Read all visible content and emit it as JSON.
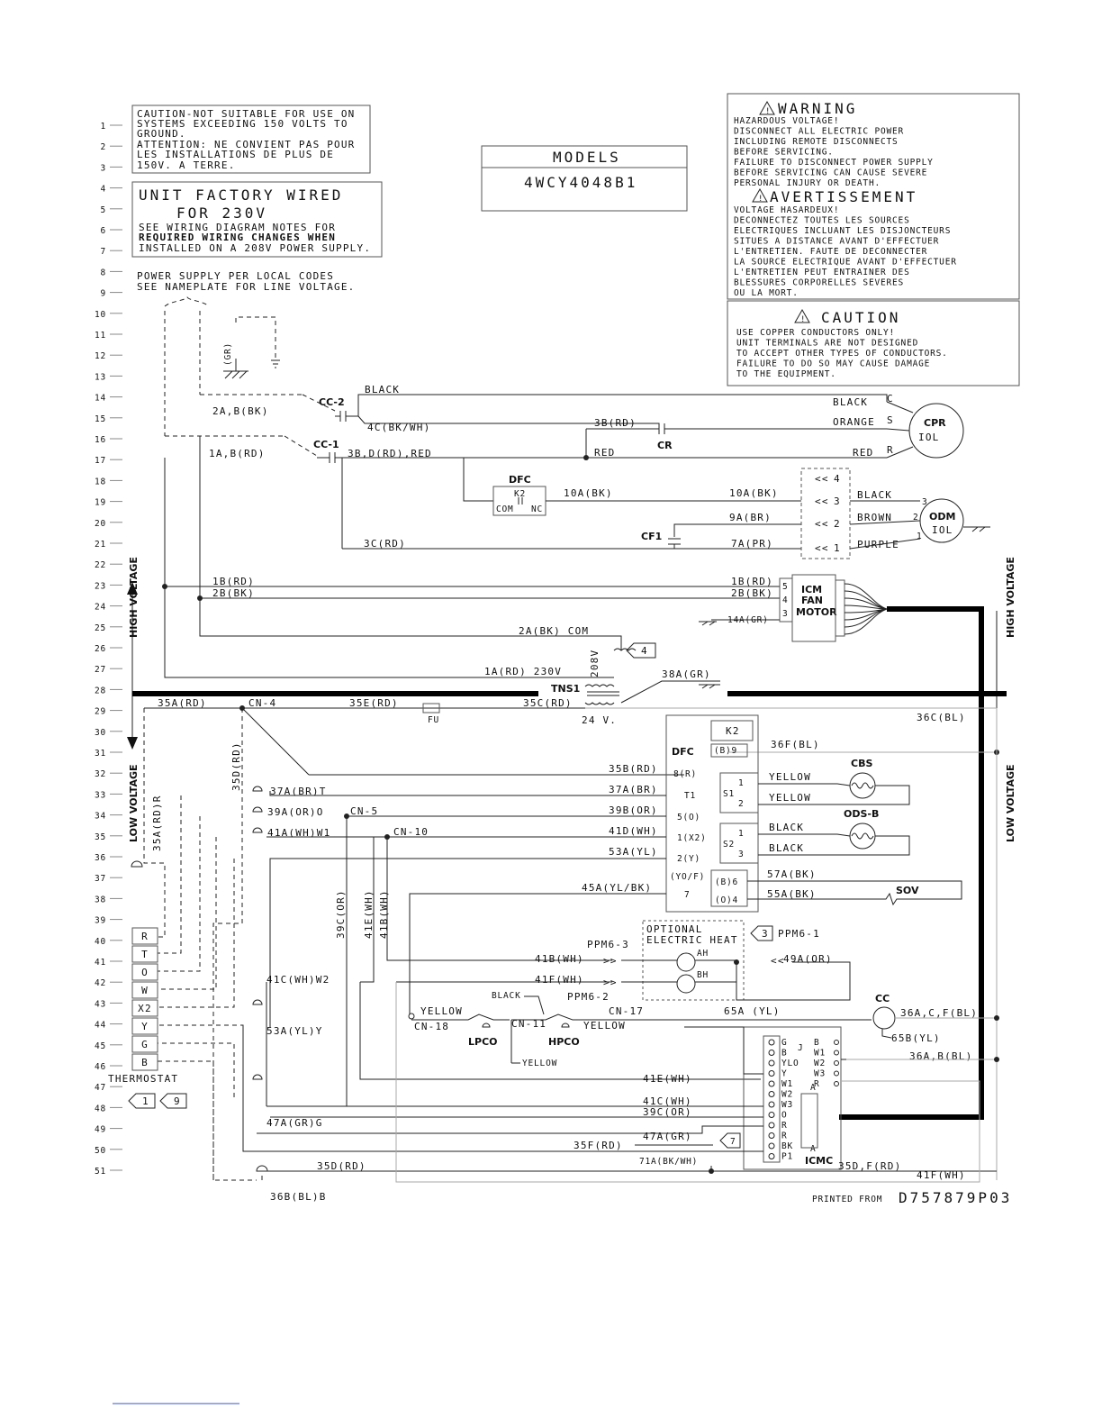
{
  "row_numbers": [
    "1",
    "2",
    "3",
    "4",
    "5",
    "6",
    "7",
    "8",
    "9",
    "10",
    "11",
    "12",
    "13",
    "14",
    "15",
    "16",
    "17",
    "18",
    "19",
    "20",
    "21",
    "22",
    "23",
    "24",
    "25",
    "26",
    "27",
    "28",
    "29",
    "30",
    "31",
    "32",
    "33",
    "34",
    "35",
    "36",
    "37",
    "38",
    "39",
    "40",
    "41",
    "42",
    "43",
    "44",
    "45",
    "46",
    "47",
    "48",
    "49",
    "50",
    "51"
  ],
  "caution_notice": {
    "lines": [
      "CAUTION-NOT SUITABLE FOR USE ON",
      "SYSTEMS EXCEEDING 150 VOLTS TO",
      "GROUND.",
      "ATTENTION: NE CONVIENT PAS POUR",
      "LES INSTALLATIONS DE PLUS DE",
      "150V. A TERRE."
    ]
  },
  "factory_wired": {
    "title1": "UNIT FACTORY WIRED",
    "title2": "FOR 230V",
    "lines": [
      "SEE WIRING DIAGRAM NOTES FOR",
      "REQUIRED WIRING CHANGES WHEN",
      "INSTALLED ON A 208V POWER SUPPLY."
    ]
  },
  "power_supply_note": [
    "POWER SUPPLY PER LOCAL CODES",
    "SEE NAMEPLATE FOR LINE VOLTAGE."
  ],
  "models": {
    "header": "MODELS",
    "value": "4WCY4048B1"
  },
  "warning": {
    "title": "WARNING",
    "lines": [
      "HAZARDOUS VOLTAGE!",
      "DISCONNECT ALL ELECTRIC POWER",
      "INCLUDING REMOTE DISCONNECTS",
      "BEFORE SERVICING.",
      "FAILURE TO DISCONNECT POWER SUPPLY",
      "BEFORE SERVICING CAN CAUSE SEVERE",
      "PERSONAL INJURY OR DEATH."
    ],
    "title_fr": "AVERTISSEMENT",
    "lines_fr": [
      "VOLTAGE HASARDEUX!",
      "DECONNECTEZ TOUTES LES SOURCES",
      "ELECTRIQUES INCLUANT LES DISJONCTEURS",
      "SITUES A DISTANCE AVANT D'EFFECTUER",
      "L'ENTRETIEN. FAUTE DE DECONNECTER",
      "LA SOURCE ELECTRIQUE AVANT D'EFFECTUER",
      "L'ENTRETIEN PEUT ENTRAINER DES",
      "BLESSURES CORPORELLES SEVERES",
      "OU LA MORT."
    ]
  },
  "caution": {
    "title": "CAUTION",
    "lines": [
      "USE COPPER CONDUCTORS ONLY!",
      "UNIT TERMINALS ARE NOT DESIGNED",
      "TO ACCEPT OTHER TYPES OF CONDUCTORS.",
      "FAILURE TO DO SO MAY CAUSE DAMAGE",
      "TO THE EQUIPMENT."
    ]
  },
  "side_labels": {
    "high_voltage": "HIGH VOLTAGE",
    "low_voltage": "LOW VOLTAGE"
  },
  "components": {
    "cc2": "CC-2",
    "cc1": "CC-1",
    "cr": "CR",
    "cpr": "CPR",
    "cpr_iol": "IOL",
    "dfc": "DFC",
    "k2": "K2",
    "com": "COM",
    "nc": "NC",
    "cf1": "CF1",
    "odm": "ODM",
    "odm_iol": "IOL",
    "icm1": "ICM",
    "icm2": "FAN",
    "icm3": "MOTOR",
    "tns1": "TNS1",
    "fu": "FU",
    "cbs": "CBS",
    "odsb": "ODS-B",
    "sov": "SOV",
    "ah": "AH",
    "bh": "BH",
    "cc": "CC",
    "lpco": "LPCO",
    "hpco": "HPCO",
    "icmc": "ICMC",
    "optional_heat1": "OPTIONAL",
    "optional_heat2": "ELECTRIC HEAT",
    "thermostat": "THERMOSTAT",
    "k2_box": "K2"
  },
  "wire_labels": {
    "black_top": "BLACK",
    "w2abbk": "2A,B(BK)",
    "w4c": "4C(BK/WH)",
    "w3brd": "3B(RD)",
    "w1abrd": "1A,B(RD)",
    "w3bd": "3B,D(RD),RED",
    "red_cr": "RED",
    "cpr_black": "BLACK",
    "cpr_orange": "ORANGE",
    "cpr_red": "RED",
    "cpr_c": "C",
    "cpr_s": "S",
    "cpr_r": "R",
    "w10abk_l": "10A(BK)",
    "w10abk_r": "10A(BK)",
    "w9abr": "9A(BR)",
    "w3crd": "3C(RD)",
    "w7apr": "7A(PR)",
    "odm_black": "BLACK",
    "odm_brown": "BROWN",
    "odm_purple": "PURPLE",
    "w1brd_l": "1B(RD)",
    "w2bbk_l": "2B(BK)",
    "w1brd_r": "1B(RD)",
    "w2bbk_r": "2B(BK)",
    "w14agr": "14A(GR)",
    "w2abk_com": "2A(BK)  COM",
    "w208v": "208V",
    "w1ard230": "1A(RD) 230V",
    "w38agr": "38A(GR)",
    "w35ard": "35A(RD)",
    "cn4": "CN-4",
    "w35erd": "35E(RD)",
    "w35crd": "35C(RD)",
    "w24v": "24 V.",
    "w36cbl": "36C(BL)",
    "w36fbl": "36F(BL)",
    "w35drd_v": "35D(RD)",
    "w35brd": "35B(RD)",
    "w37abr_r": "37A(BR)",
    "w37abr_l": "37A(BR)T",
    "w39aor": "39A(OR)O",
    "cn5": "CN-5",
    "w39bor": "39B(OR)",
    "w41awh": "41A(WH)W1",
    "cn10": "CN-10",
    "w41dwh": "41D(WH)",
    "w53ayl": "53A(YL)",
    "w45a": "45A(YL/BK)",
    "w57abk": "57A(BK)",
    "w55abk": "55A(BK)",
    "yellow1": "YELLOW",
    "yellow2": "YELLOW",
    "black1": "BLACK",
    "black2": "BLACK",
    "w35ardr": "35A(RD)R",
    "w39cor": "39C(OR)",
    "w41ewh": "41E(WH)",
    "w41bwh_v": "41B(WH)",
    "ppm63": "PPM6-3",
    "ppm61": "PPM6-1",
    "ppm62": "PPM6-2",
    "w41bwh": "41B(WH)",
    "w41fwh": "41F(WH)",
    "w49aor": "49A(OR)",
    "w41cwh": "41C(WH)W2",
    "black_sw": "BLACK",
    "yellow_cn18": "YELLOW",
    "cn18": "CN-18",
    "cn11": "CN-11",
    "yellow_hp": "YELLOW",
    "cn17": "CN-17",
    "w65ayl": "65A (YL)",
    "w36acf": "36A,C,F(BL)",
    "w65byl": "65B(YL)",
    "w53ay": "53A(YL)Y",
    "yellow_bot": "YELLOW",
    "w36abbl": "36A,B(BL)",
    "w41ewh_h": "41E(WH)",
    "w41cwh_h": "41C(WH)",
    "w39cor_h": "39C(OR)",
    "w47agr": "47A(GR)",
    "w47agrg": "47A(GR)G",
    "w35frd": "35F(RD)",
    "w71a": "71A(BK/WH)",
    "w35drd_h": "35D(RD)",
    "w35dfrd": "35D,F(RD)",
    "w41fwh_h": "41F(WH)",
    "w36bbl": "36B(BL)B"
  },
  "dfc_pins": [
    "8(R)",
    "T1",
    "5(O)",
    "1(X2)",
    "2(Y)",
    "(YO/F)",
    "7",
    "(B)9",
    "(B)6",
    "(O)4",
    "S1",
    "S2",
    "1",
    "2",
    "1",
    "3"
  ],
  "odm_plug": [
    "4",
    "3",
    "2",
    "1"
  ],
  "odm_pins": [
    "3",
    "2",
    "1"
  ],
  "icm_pins": [
    "5",
    "4",
    "3"
  ],
  "thermostat_terms": [
    "R",
    "T",
    "O",
    "W",
    "X2",
    "Y",
    "G",
    "B"
  ],
  "callouts": [
    "1",
    "9",
    "4",
    "7",
    "3"
  ],
  "icmc_left": [
    "G",
    "B",
    "YLO",
    "Y",
    "W1",
    "W2",
    "W3",
    "O",
    "R",
    "R",
    "BK",
    "P1"
  ],
  "icmc_right": [
    "B",
    "W1",
    "W2",
    "W3",
    "R"
  ],
  "icmc_misc": [
    "J",
    "A",
    "A"
  ],
  "footer": {
    "printed_from": "PRINTED FROM",
    "doc_number": "D757879P03"
  }
}
